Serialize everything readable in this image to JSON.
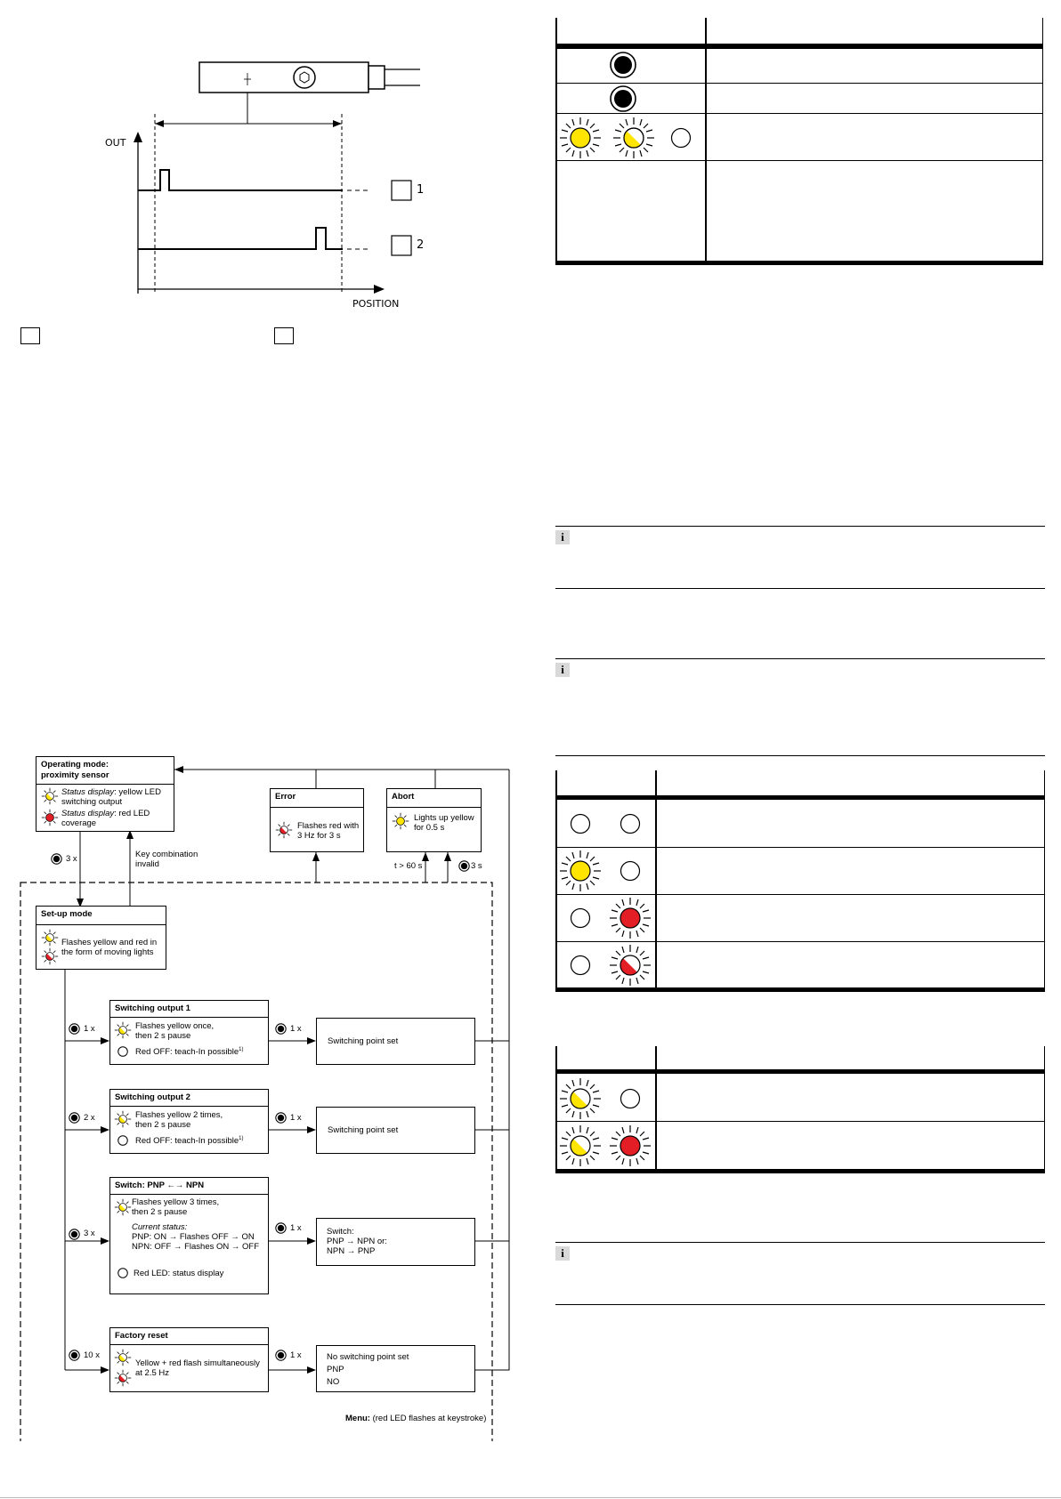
{
  "timing": {
    "out_label": "OUT",
    "position_label": "POSITION",
    "callout_1": "1",
    "callout_2": "2"
  },
  "flow": {
    "operating_mode": {
      "title": "Operating mode: proximity sensor",
      "title_line1": "Operating mode:",
      "title_line2": "proximity sensor",
      "status1_italic": "Status display",
      "status1_rest": ": yellow LED",
      "status1_line2": "switching output",
      "status2_italic": "Status display",
      "status2_rest": ": red LED",
      "status2_line2": "coverage"
    },
    "error": {
      "title": "Error",
      "line1": "Flashes red with",
      "line2": "3 Hz for 3 s"
    },
    "abort": {
      "title": "Abort",
      "line1": "Lights up yellow",
      "line2": "for 0.5 s"
    },
    "press_3x": "3 x",
    "key_combo_line1": "Key combination",
    "key_combo_line2": "invalid",
    "timeout": "t > 60 s",
    "press_3s": "3 s",
    "setup": {
      "title": "Set-up mode",
      "line1": "Flashes yellow and red in",
      "line2": "the form of moving lights"
    },
    "sw1": {
      "press": "1 x",
      "title": "Switching output 1",
      "line1": "Flashes yellow once,",
      "line2": "then 2 s pause",
      "red": "Red OFF: teach-In possible",
      "sup": "1)",
      "confirm": "1 x",
      "result": "Switching point set"
    },
    "sw2": {
      "press": "2 x",
      "title": "Switching output 2",
      "line1": "Flashes yellow 2 times,",
      "line2": "then 2 s pause",
      "red": "Red OFF: teach-In possible",
      "sup": "1)",
      "confirm": "1 x",
      "result": "Switching point set"
    },
    "pnp": {
      "press": "3 x",
      "title": "Switch: PNP ←→ NPN",
      "line1": "Flashes yellow 3 times,",
      "line2": "then 2 s pause",
      "current": "Current status:",
      "pnp_line": "PNP: ON → Flashes OFF → ON",
      "npn_line": "NPN: OFF → Flashes ON → OFF",
      "red": "Red LED: status display",
      "confirm": "1 x",
      "result1": "Switch:",
      "result2": "PNP → NPN or:",
      "result3": "NPN → PNP"
    },
    "reset": {
      "press": "10 x",
      "title": "Factory reset",
      "line1": "Yellow + red flash simultaneously",
      "line2": "at 2.5 Hz",
      "confirm": "1 x",
      "result1": "No switching point set",
      "result2": "PNP",
      "result3": "NO"
    },
    "menu_bold": "Menu:",
    "menu_rest": " (red LED flashes at keystroke)"
  },
  "info_icon_glyph": "i",
  "colors": {
    "yellow": "#ffe500",
    "red": "#e31e24",
    "black": "#000000",
    "info_grey": "#d9d9d9"
  }
}
